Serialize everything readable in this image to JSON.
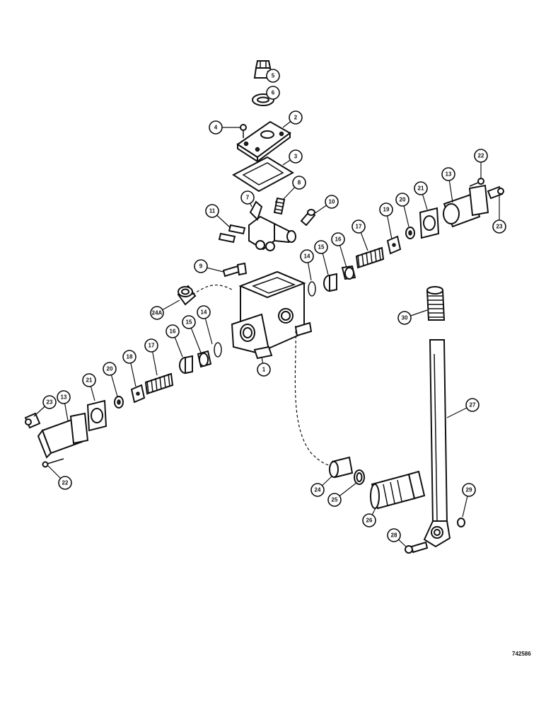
{
  "figure_id": "742586",
  "callouts": [
    {
      "id": "c5-top",
      "label": "5"
    },
    {
      "id": "c6",
      "label": "6"
    },
    {
      "id": "c4",
      "label": "4"
    },
    {
      "id": "c2",
      "label": "2"
    },
    {
      "id": "c3",
      "label": "3"
    },
    {
      "id": "c8",
      "label": "8"
    },
    {
      "id": "c7",
      "label": "7"
    },
    {
      "id": "c10",
      "label": "10"
    },
    {
      "id": "c11",
      "label": "11"
    },
    {
      "id": "c9",
      "label": "9"
    },
    {
      "id": "c24a",
      "label": "24A"
    },
    {
      "id": "c14-right",
      "label": "14"
    },
    {
      "id": "c15-right",
      "label": "15"
    },
    {
      "id": "c16-right",
      "label": "16"
    },
    {
      "id": "c17-right",
      "label": "17"
    },
    {
      "id": "c19-right",
      "label": "19"
    },
    {
      "id": "c20-right",
      "label": "20"
    },
    {
      "id": "c21-right",
      "label": "21"
    },
    {
      "id": "c13-right",
      "label": "13"
    },
    {
      "id": "c22-right",
      "label": "22"
    },
    {
      "id": "c23-right",
      "label": "23"
    },
    {
      "id": "c30",
      "label": "30"
    },
    {
      "id": "c14-left",
      "label": "14"
    },
    {
      "id": "c15-left",
      "label": "15"
    },
    {
      "id": "c16-left",
      "label": "16"
    },
    {
      "id": "c17-left",
      "label": "17"
    },
    {
      "id": "c18-left",
      "label": "18"
    },
    {
      "id": "c20-left",
      "label": "20"
    },
    {
      "id": "c21-left",
      "label": "21"
    },
    {
      "id": "c23-left",
      "label": "23"
    },
    {
      "id": "c13-left",
      "label": "13"
    },
    {
      "id": "c22-left",
      "label": "22"
    },
    {
      "id": "c1",
      "label": "1"
    },
    {
      "id": "c27",
      "label": "27"
    },
    {
      "id": "c24",
      "label": "24"
    },
    {
      "id": "c25",
      "label": "25"
    },
    {
      "id": "c26",
      "label": "26"
    },
    {
      "id": "c28",
      "label": "28"
    },
    {
      "id": "c29",
      "label": "29"
    }
  ]
}
